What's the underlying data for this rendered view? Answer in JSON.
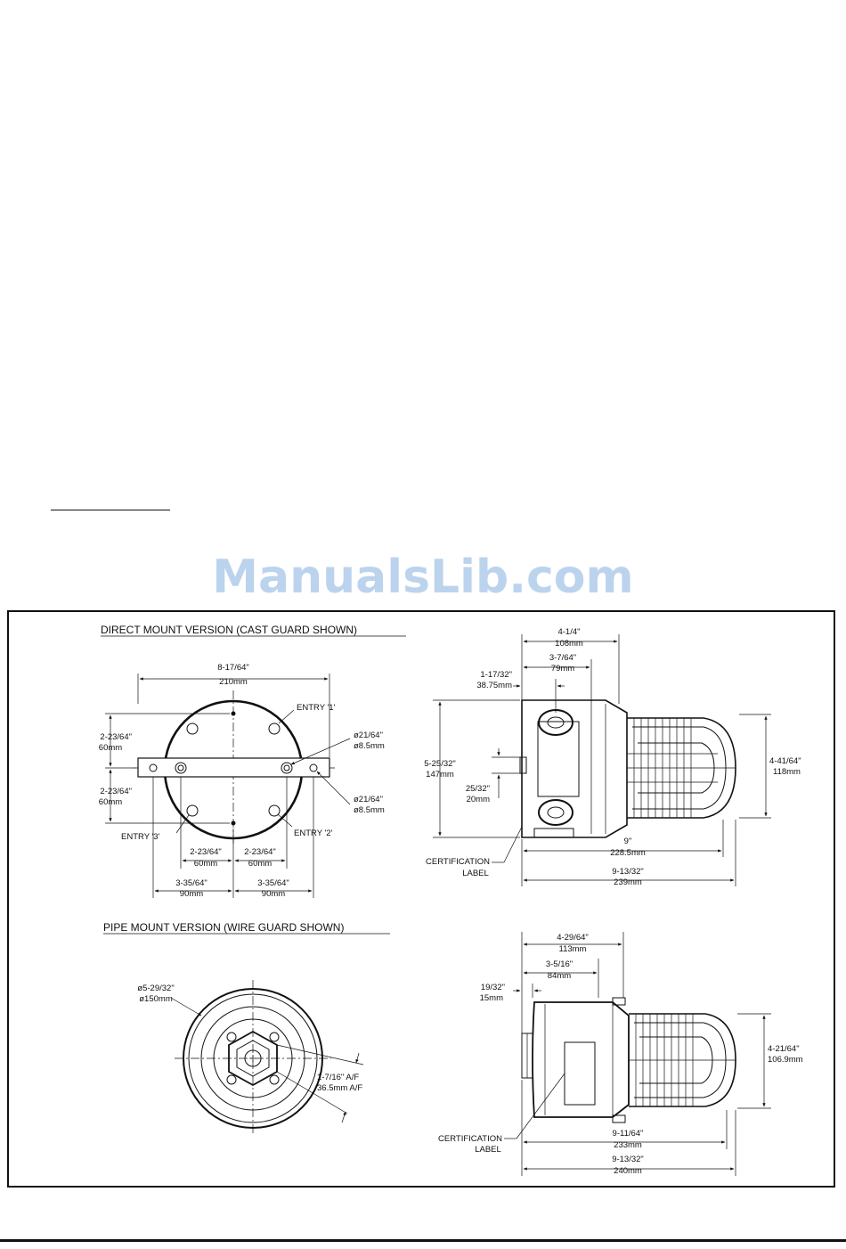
{
  "watermark": "ManualsLib.com",
  "direct_mount": {
    "title": "DIRECT MOUNT VERSION (CAST GUARD SHOWN)",
    "width_in": "8-17/64\"",
    "width_mm": "210mm",
    "entry1": "ENTRY '1'",
    "entry2": "ENTRY '2'",
    "entry3": "ENTRY '3'",
    "hole_top_in": "ø21/64\"",
    "hole_top_mm": "ø8.5mm",
    "hole_bot_in": "ø21/64\"",
    "hole_bot_mm": "ø8.5mm",
    "v_upper_in": "2-23/64\"",
    "v_upper_mm": "60mm",
    "v_lower_in": "2-23/64\"",
    "v_lower_mm": "60mm",
    "h_left_in": "2-23/64\"",
    "h_left_mm": "60mm",
    "h_right_in": "2-23/64\"",
    "h_right_mm": "60mm",
    "b_left_in": "3-35/64\"",
    "b_left_mm": "90mm",
    "b_right_in": "3-35/64\"",
    "b_right_mm": "90mm"
  },
  "direct_side": {
    "d1_in": "4-1/4\"",
    "d1_mm": "108mm",
    "d2_in": "3-7/64\"",
    "d2_mm": "79mm",
    "d3_in": "1-17/32\"",
    "d3_mm": "38.75mm",
    "height_in": "5-25/32\"",
    "height_mm": "147mm",
    "offset_in": "25/32\"",
    "offset_mm": "20mm",
    "right_in": "4-41/64\"",
    "right_mm": "118mm",
    "len1_in": "9\"",
    "len1_mm": "228.5mm",
    "len2_in": "9-13/32\"",
    "len2_mm": "239mm",
    "cert1": "CERTIFICATION",
    "cert2": "LABEL"
  },
  "pipe_mount": {
    "title": "PIPE MOUNT VERSION (WIRE GUARD SHOWN)",
    "dia_in": "ø5-29/32\"",
    "dia_mm": "ø150mm",
    "af_in": "1-7/16\" A/F",
    "af_mm": "36.5mm A/F"
  },
  "pipe_side": {
    "d1_in": "4-29/64\"",
    "d1_mm": "113mm",
    "d2_in": "3-5/16\"",
    "d2_mm": "84mm",
    "d3_in": "19/32\"",
    "d3_mm": "15mm",
    "right_in": "4-21/64\"",
    "right_mm": "106.9mm",
    "len1_in": "9-11/64\"",
    "len1_mm": "233mm",
    "len2_in": "9-13/32\"",
    "len2_mm": "240mm",
    "cert1": "CERTIFICATION",
    "cert2": "LABEL"
  }
}
